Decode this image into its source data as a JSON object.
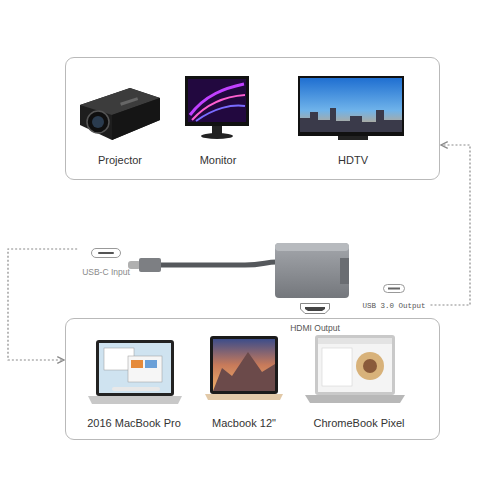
{
  "diagram": {
    "nodes": [
      {
        "text": [
          "Projector",
          "Monitor",
          "HDTV"
        ]
      },
      {
        "text": [
          "USB-C Input"
        ]
      },
      {
        "text": [
          "HDMI Output"
        ]
      },
      {
        "text": [
          "USB 3.0 Output"
        ]
      },
      {
        "text": [
          "2016 MacBook Pro",
          "Macbook 12\"",
          "ChromeBook Pixel"
        ]
      }
    ],
    "edges": [
      {
        "from": 1,
        "to": 4,
        "arrow": "to"
      },
      {
        "from": 3,
        "to": 0,
        "arrow": "to"
      }
    ]
  }
}
